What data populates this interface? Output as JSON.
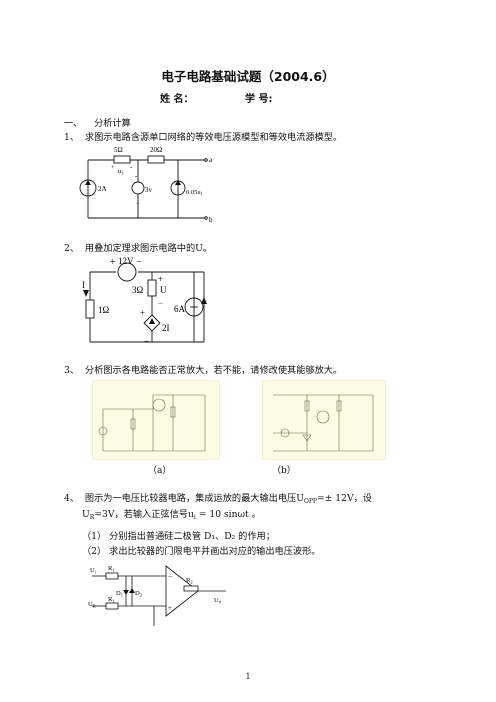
{
  "title": "电子电路基础试题（2004.6）",
  "header": {
    "name_label": "姓 名：",
    "id_label": "学 号:"
  },
  "section": {
    "number": "一、",
    "name": "分析计算"
  },
  "questions": [
    {
      "num": "1、",
      "text": "求图示电路含源单口网络的等效电压源模型和等效电流源模型。"
    },
    {
      "num": "2、",
      "text": "用叠加定理求图示电路中的U。"
    },
    {
      "num": "3、",
      "text": "分析图示各电路能否正常放大，若不能，请修改使其能够放大。"
    },
    {
      "num": "4、",
      "text_a": "图示为一电压比较器电路，集成运放的最大输出电压U",
      "text_a_sub": "OPP",
      "text_a_tail": "=± 12V，设",
      "text_b": "U",
      "text_b_sub": "R",
      "text_b_mid": "=3V，若输入正弦信号u",
      "text_b_sub2": "i",
      "text_b_tail": " = 10 sinωt 。",
      "subitems": [
        {
          "num": "（1）",
          "text": "分别指出普通硅二极管 D₁、D₂ 的作用；"
        },
        {
          "num": "（2）",
          "text": "求出比较器的门限电平并画出对应的输出电压波形。"
        }
      ]
    }
  ],
  "fig1": {
    "r1": "5Ω",
    "r2": "20Ω",
    "ui": "u",
    "ui_sub": "1",
    "plus": "+",
    "minus": "-",
    "src_i": "2A",
    "src_v": "3v",
    "dep_src": "0.05u",
    "dep_sub": "1",
    "node_a": "a",
    "node_b": "b"
  },
  "fig2": {
    "v_src": "12V",
    "current": "I",
    "r1": "1Ω",
    "r2": "3Ω",
    "u": "U",
    "i_src": "6A",
    "dep_src": "2I",
    "plus": "+",
    "minus": "−"
  },
  "fig3": {
    "cap_a": "（a）",
    "cap_b": "（b）"
  },
  "fig4": {
    "ui": "U",
    "ui_sub": "i",
    "ur": "U",
    "ur_sub": "R",
    "r1": "R",
    "r1_sub": "1",
    "r2": "R",
    "r2_sub": "2",
    "d1": "D",
    "d1_sub": "1",
    "d2": "D",
    "d2_sub": "2",
    "uo": "U",
    "uo_sub": "0",
    "minus": "−",
    "plus": "+"
  },
  "page_number": "1"
}
